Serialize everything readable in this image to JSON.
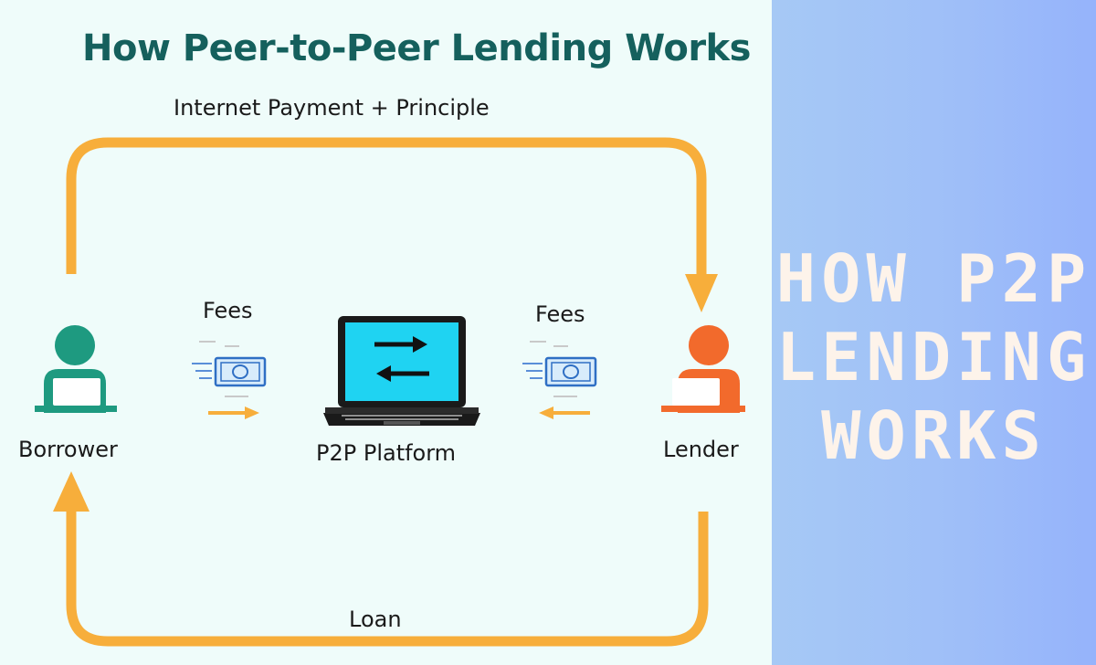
{
  "title": "How Peer-to-Peer Lending Works",
  "labels": {
    "top_flow": "Internet Payment + Principle",
    "bottom_flow": "Loan",
    "borrower": "Borrower",
    "lender": "Lender",
    "platform": "P2P Platform",
    "fees_left": "Fees",
    "fees_right": "Fees"
  },
  "side_title": [
    "HOW P2P",
    "LENDING",
    "WORKS"
  ],
  "colors": {
    "arrow": "#f7ae3b",
    "borrower": "#1e9a80",
    "lender": "#f26a2c",
    "title": "#15605d",
    "screen": "#1fd3f2",
    "side_text": "#fdf3ea"
  },
  "icons": {
    "borrower": "person-at-laptop-icon",
    "lender": "person-at-laptop-icon",
    "platform": "laptop-exchange-icon",
    "fees": "money-bill-icon"
  }
}
